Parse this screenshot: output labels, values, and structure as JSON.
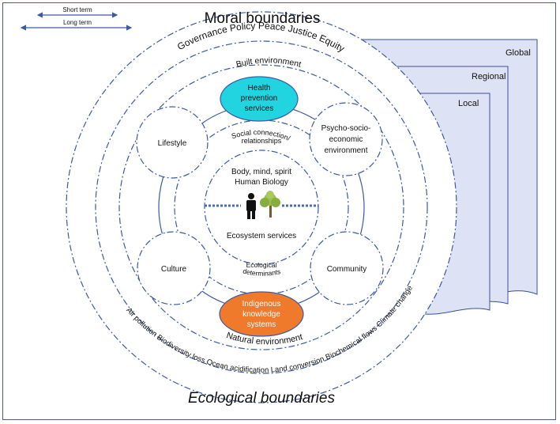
{
  "legend": {
    "short_term": "Short term",
    "long_term": "Long term"
  },
  "layers": {
    "global": "Global",
    "regional": "Regional",
    "local": "Local"
  },
  "titles": {
    "moral": "Moral boundaries",
    "ecological": "Ecological boundaries"
  },
  "moral_items": [
    "Governance",
    "Policy",
    "Peace",
    "Justice",
    "Equity"
  ],
  "ecological_items": [
    "Air pollution",
    "Biodiversity loss",
    "Ocean acidification",
    "Land conversion",
    "Biochemical flows",
    "Climate change"
  ],
  "environments": {
    "built": "Built environment",
    "natural": "Natural environment"
  },
  "center": {
    "line1": "Body, mind, spirit",
    "line2": "Human Biology",
    "ecosystem": "Ecosystem services"
  },
  "arcs": {
    "social_line1": "Social connection/",
    "social_line2": "relationships",
    "ecological_line1": "Ecological",
    "ecological_line2": "determinants"
  },
  "nodes": {
    "lifestyle": "Lifestyle",
    "psycho_line1": "Psycho-socio-",
    "psycho_line2": "economic",
    "psycho_line3": "environment",
    "culture": "Culture",
    "community": "Community"
  },
  "health_prevention": {
    "line1": "Health",
    "line2": "prevention",
    "line3": "services",
    "color": "#22d3e0"
  },
  "indigenous": {
    "line1": "Indigenous",
    "line2": "knowledge",
    "line3": "systems",
    "color": "#f07a2c"
  },
  "colors": {
    "layer_fill": "#dde3f4",
    "layer_stroke": "#3a4f9a",
    "dash_stroke": "#3b5ba0",
    "dotted_line": "#4a6cb3"
  }
}
